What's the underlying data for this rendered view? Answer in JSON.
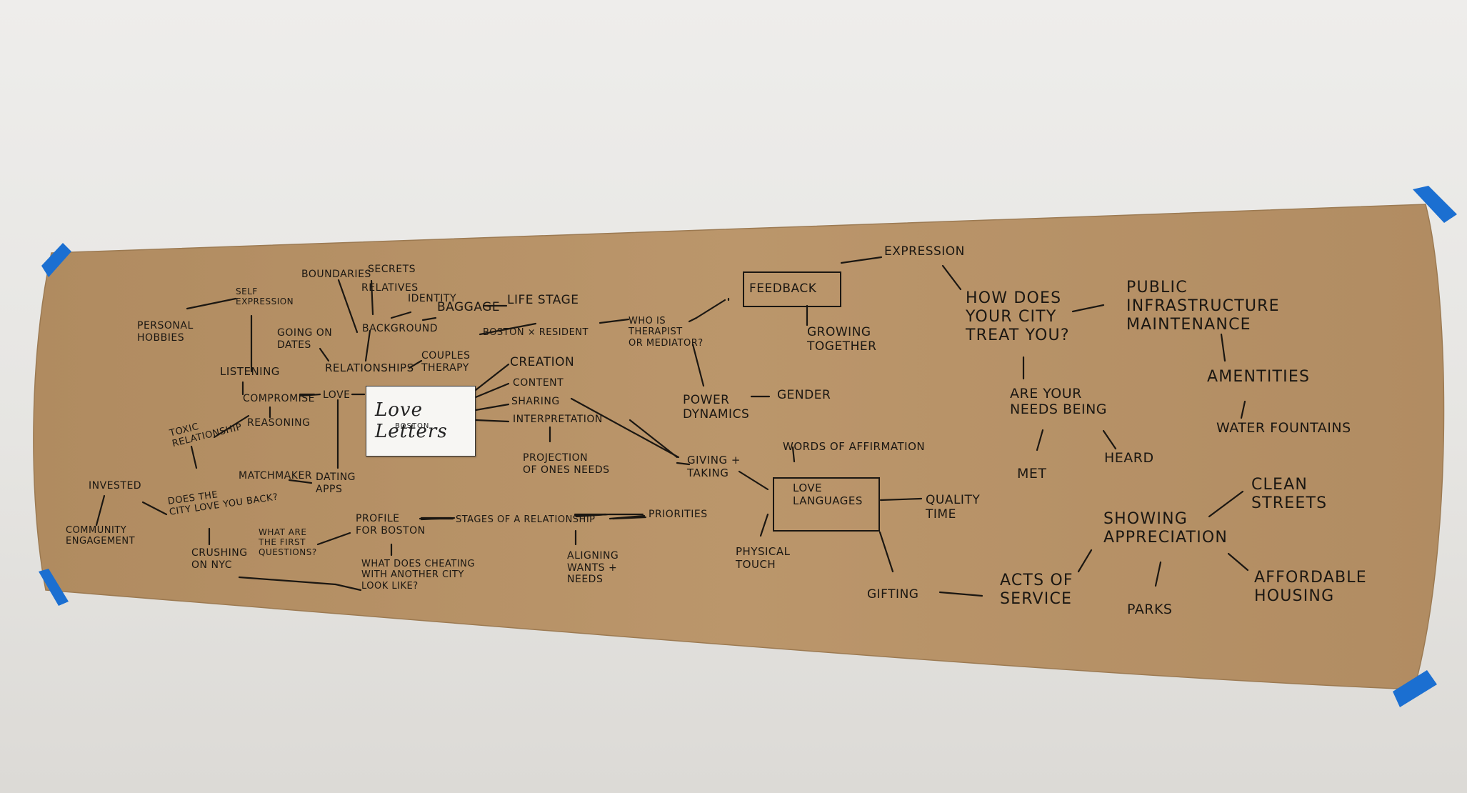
{
  "colors": {
    "paper": "#b8946a",
    "ink": "#1b1712",
    "tape": "#1b6fd1",
    "wall": "#e8e7e4"
  },
  "logo": {
    "main": "Love Letters",
    "sub": "BOSTON"
  },
  "nodes": {
    "personal_hobbies": "PERSONAL\nHOBBIES",
    "self_expression": "SELF\nEXPRESSION",
    "boundaries": "BOUNDARIES",
    "secrets": "SECRETS",
    "relatives": "RELATIVES",
    "identity": "IDENTITY",
    "baggage": "BAGGAGE",
    "life_stage": "LIFE STAGE",
    "background": "BACKGROUND",
    "going_on_dates": "GOING ON\nDATES",
    "listening": "LISTENING",
    "relationships": "RELATIONSHIPS",
    "couples_therapy": "COUPLES\nTHERAPY",
    "boston_resident": "BOSTON × RESIDENT",
    "who_is": "WHO IS\nTHERAPIST\nOR MEDIATOR?",
    "compromise": "COMPROMISE",
    "love": "LOVE",
    "reasoning": "REASONING",
    "creation": "CREATION",
    "content": "CONTENT",
    "sharing": "SHARING",
    "interpretation": "INTERPRETATION",
    "projection": "PROJECTION\nOF ONES NEEDS",
    "toxic": "TOXIC\nRELATIONSHIP",
    "matchmaker": "MATCHMAKER",
    "dating_apps": "DATING\nAPPS",
    "invested": "INVESTED",
    "does_city": "DOES THE\nCITY LOVE YOU BACK?",
    "community": "COMMUNITY\nENGAGEMENT",
    "crushing": "CRUSHING\nON NYC",
    "what_first": "WHAT ARE\nTHE FIRST\nQUESTIONS?",
    "profile": "PROFILE\nFOR BOSTON",
    "cheating": "WHAT DOES CHEATING\nWITH ANOTHER CITY\nLOOK LIKE?",
    "stages": "STAGES OF A RELATIONSHIP",
    "priorities": "PRIORITIES",
    "aligning": "ALIGNING\nWANTS +\nNEEDS",
    "feedback": "FEEDBACK",
    "expression": "EXPRESSION",
    "growing": "GROWING\nTOGETHER",
    "power": "POWER\nDYNAMICS",
    "gender": "GENDER",
    "giving": "GIVING +\nTAKING",
    "words": "WORDS OF AFFIRMATION",
    "love_languages": "LOVE\nLANGUAGES",
    "quality": "QUALITY\nTIME",
    "physical": "PHYSICAL\nTOUCH",
    "gifting": "GIFTING",
    "how_city": "HOW DOES\nYOUR CITY\nTREAT YOU?",
    "public": "PUBLIC\nINFRASTRUCTURE\nMAINTENANCE",
    "amentities": "AMENTITIES",
    "water": "WATER FOUNTAINS",
    "needs": "ARE YOUR\nNEEDS BEING",
    "met": "MET",
    "heard": "HEARD",
    "clean": "CLEAN\nSTREETS",
    "showing": "SHOWING\nAPPRECIATION",
    "acts": "ACTS OF\nSERVICE",
    "parks": "PARKS",
    "affordable": "AFFORDABLE\nHOUSING"
  }
}
